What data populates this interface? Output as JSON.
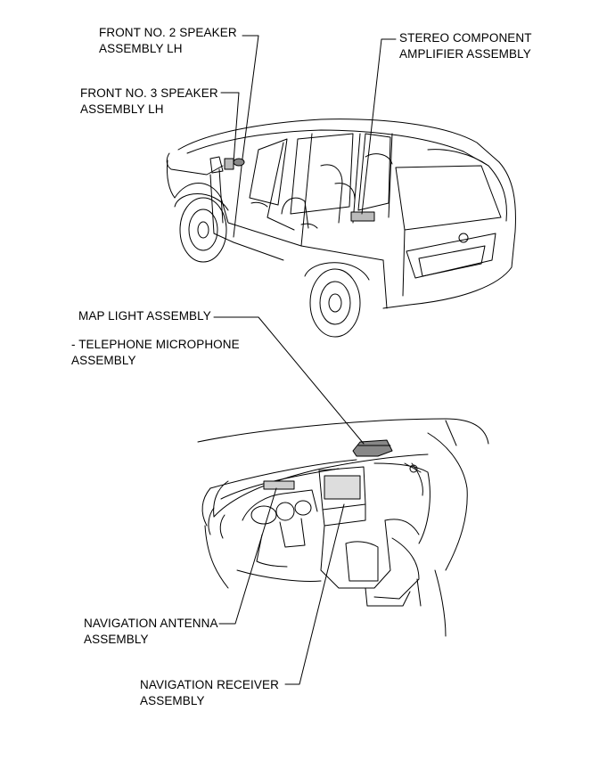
{
  "labels": {
    "front_no2_speaker": {
      "line1": "FRONT NO. 2  SPEAKER",
      "line2": "ASSEMBLY LH"
    },
    "front_no3_speaker": {
      "line1": "FRONT NO. 3 SPEAKER",
      "line2": "ASSEMBLY LH"
    },
    "stereo_amplifier": {
      "line1": "STEREO COMPONENT",
      "line2": "AMPLIFIER ASSEMBLY"
    },
    "map_light": {
      "line1": "MAP LIGHT ASSEMBLY"
    },
    "telephone_microphone": {
      "line1": "- TELEPHONE MICROPHONE",
      "line2": "ASSEMBLY"
    },
    "navigation_antenna": {
      "line1": "NAVIGATION ANTENNA",
      "line2": "ASSEMBLY"
    },
    "navigation_receiver": {
      "line1": "NAVIGATION RECEIVER",
      "line2": "ASSEMBLY"
    }
  },
  "colors": {
    "line": "#000000",
    "background": "#ffffff"
  }
}
